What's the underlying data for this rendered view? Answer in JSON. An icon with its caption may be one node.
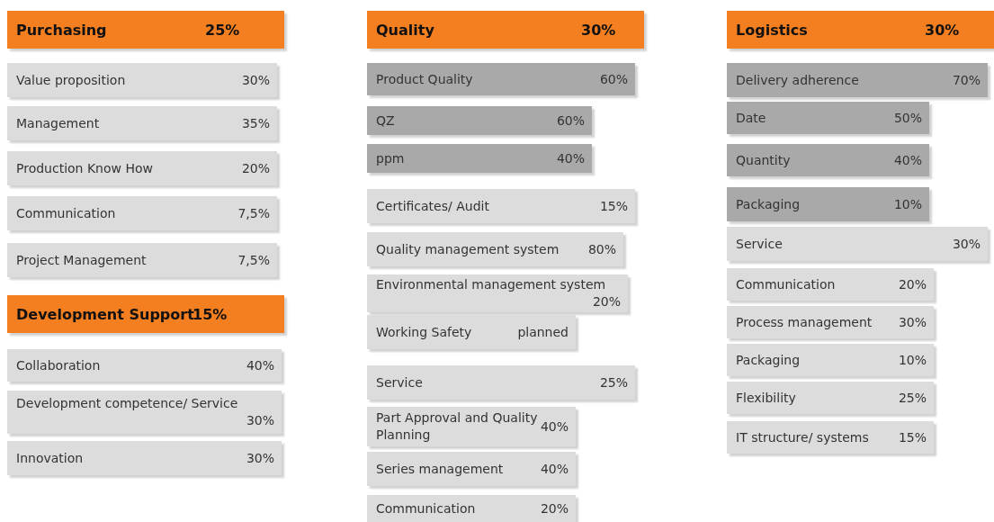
{
  "diagram": {
    "nodes": [
      {
        "text": [
          "Purchasing",
          "25%"
        ]
      },
      {
        "text": [
          "Value proposition",
          "30%"
        ]
      },
      {
        "text": [
          "Management",
          "35%"
        ]
      },
      {
        "text": [
          "Production Know How",
          "20%"
        ]
      },
      {
        "text": [
          "Communication",
          "7,5%"
        ]
      },
      {
        "text": [
          "Project Management",
          "7,5%"
        ]
      },
      {
        "text": [
          "Development Support",
          "15%"
        ]
      },
      {
        "text": [
          "Collaboration",
          "40%"
        ]
      },
      {
        "text": [
          "Development competence/ Service",
          "30%"
        ]
      },
      {
        "text": [
          "Innovation",
          "30%"
        ]
      },
      {
        "text": [
          "Quality",
          "30%"
        ]
      },
      {
        "text": [
          "Product Quality",
          "60%"
        ]
      },
      {
        "text": [
          "QZ",
          "60%"
        ]
      },
      {
        "text": [
          "ppm",
          "40%"
        ]
      },
      {
        "text": [
          "Certificates/ Audit",
          "15%"
        ]
      },
      {
        "text": [
          "Quality management system",
          "80%"
        ]
      },
      {
        "text": [
          "Environmental management system",
          "20%"
        ]
      },
      {
        "text": [
          "Working Safety",
          "planned"
        ]
      },
      {
        "text": [
          "Service",
          "25%"
        ]
      },
      {
        "text": [
          "Part Approval and Quality Planning",
          "40%"
        ]
      },
      {
        "text": [
          "Series management",
          "40%"
        ]
      },
      {
        "text": [
          "Communication",
          "20%"
        ]
      },
      {
        "text": [
          "Logistics",
          "30%"
        ]
      },
      {
        "text": [
          "Delivery adherence",
          "70%"
        ]
      },
      {
        "text": [
          "Date",
          "50%"
        ]
      },
      {
        "text": [
          "Quantity",
          "40%"
        ]
      },
      {
        "text": [
          "Packaging",
          "10%"
        ]
      },
      {
        "text": [
          "Service",
          "30%"
        ]
      },
      {
        "text": [
          "Communication",
          "20%"
        ]
      },
      {
        "text": [
          "Process management",
          "30%"
        ]
      },
      {
        "text": [
          "Packaging",
          "10%"
        ]
      },
      {
        "text": [
          "Flexibility",
          "25%"
        ]
      },
      {
        "text": [
          "IT structure/ systems",
          "15%"
        ]
      }
    ]
  }
}
